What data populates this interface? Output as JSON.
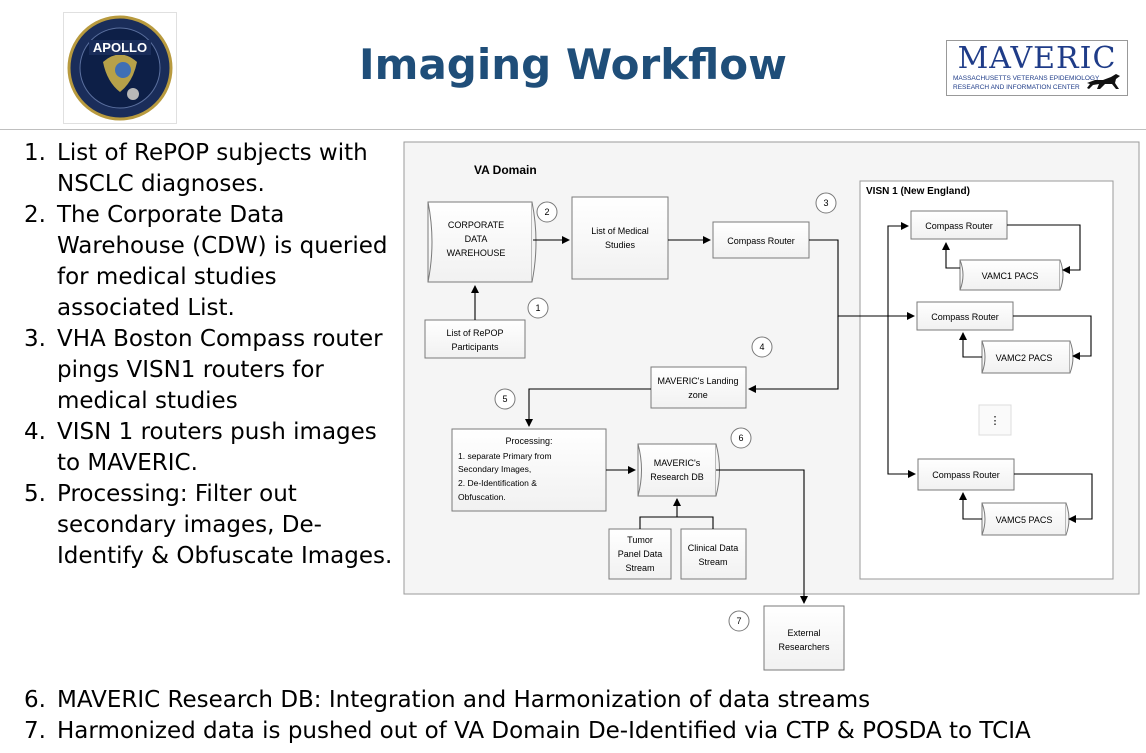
{
  "title": "Imaging Workflow",
  "logos": {
    "apollo": "APOLLO",
    "maveric_main": "MAVERIC",
    "maveric_sub1": "MASSACHUSETTS VETERANS EPIDEMIOLOGY",
    "maveric_sub2": "RESEARCH AND INFORMATION CENTER"
  },
  "steps": [
    {
      "num": "1.",
      "text": "List of RePOP subjects with NSCLC diagnoses."
    },
    {
      "num": "2.",
      "text": "The Corporate Data Warehouse (CDW) is queried for medical studies associated List."
    },
    {
      "num": "3.",
      "text": "VHA Boston Compass router pings VISN1 routers for medical studies"
    },
    {
      "num": "4.",
      "text": "VISN 1 routers push images to MAVERIC."
    },
    {
      "num": "5.",
      "text": "Processing: Filter out secondary images, De-Identify & Obfuscate Images."
    }
  ],
  "steps_bottom": [
    {
      "num": "6.",
      "text": "MAVERIC Research DB: Integration and Harmonization of data streams"
    },
    {
      "num": "7.",
      "text": "Harmonized data is pushed out of VA Domain De-Identified via CTP & POSDA to TCIA"
    }
  ],
  "diagram": {
    "va_domain": "VA Domain",
    "visn1": "VISN 1 (New England)",
    "cdw_line1": "CORPORATE",
    "cdw_line2": "DATA",
    "cdw_line3": "WAREHOUSE",
    "studies_line1": "List of Medical",
    "studies_line2": "Studies",
    "compass_router": "Compass Router",
    "repop_line1": "List of RePOP",
    "repop_line2": "Participants",
    "landing_line1": "MAVERIC's Landing",
    "landing_line2": "zone",
    "proc_line1": "Processing:",
    "proc_line2": "1. separate Primary from",
    "proc_line3": "Secondary Images,",
    "proc_line4": "2. De-Identification &",
    "proc_line5": "Obfuscation.",
    "db_line1": "MAVERIC's",
    "db_line2": "Research DB",
    "tumor_line1": "Tumor",
    "tumor_line2": "Panel Data",
    "tumor_line3": "Stream",
    "clinical_line1": "Clinical Data",
    "clinical_line2": "Stream",
    "ext_line1": "External",
    "ext_line2": "Researchers",
    "visn_router1": "Compass Router",
    "visn_router2": "Compass Router",
    "visn_router5": "Compass Router",
    "pacs1": "VAMC1 PACS",
    "pacs2": "VAMC2 PACS",
    "pacs5": "VAMC5 PACS",
    "ellipsis": "⋮",
    "n1": "1",
    "n2": "2",
    "n3": "3",
    "n4": "4",
    "n5": "5",
    "n6": "6",
    "n7": "7"
  }
}
